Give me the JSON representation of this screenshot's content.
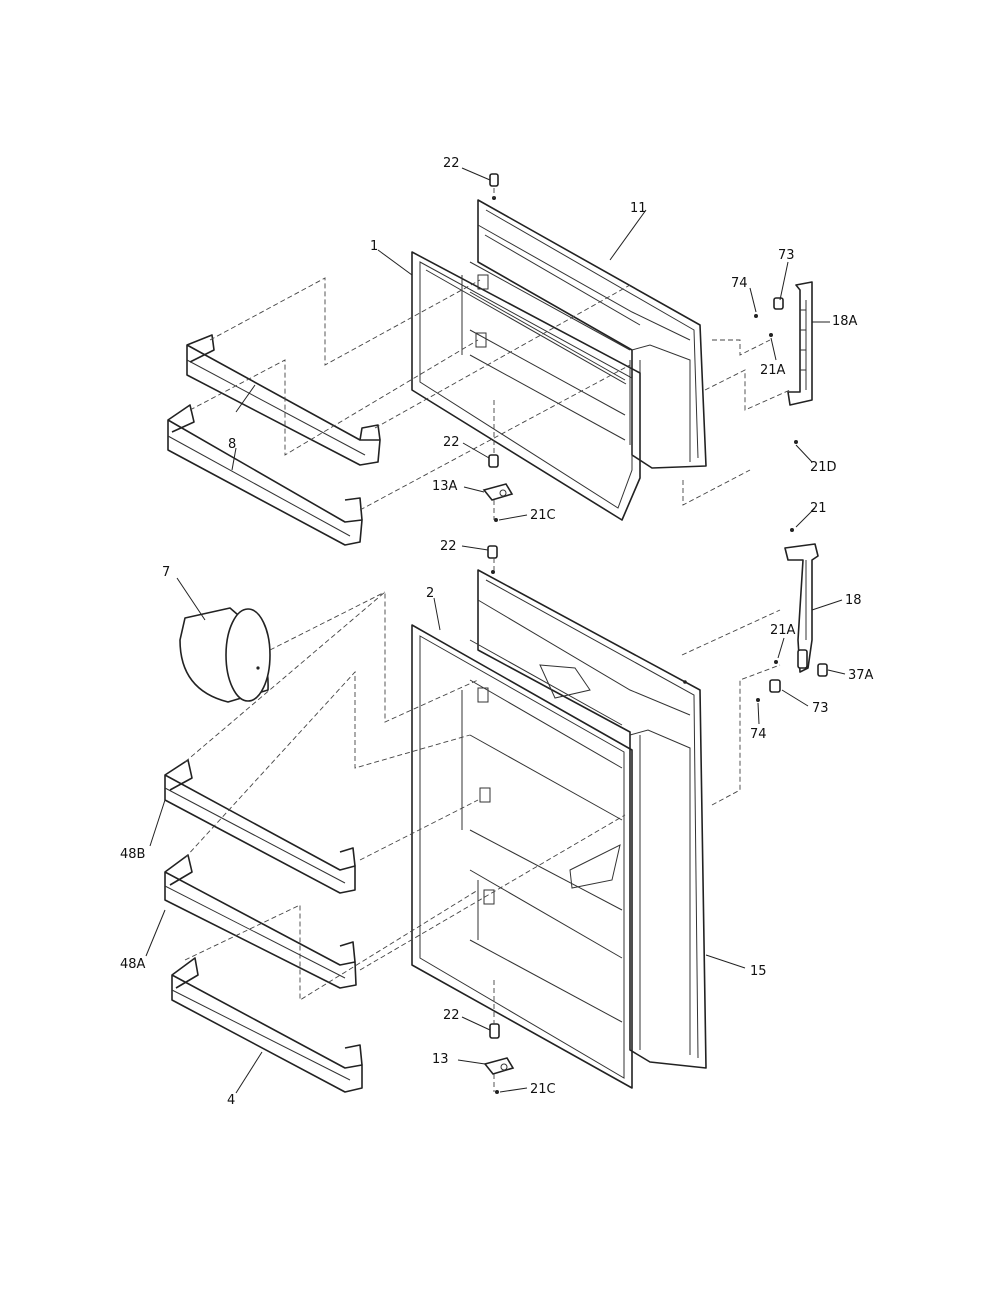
{
  "callouts": {
    "c22_top": "22",
    "c11": "11",
    "c1": "1",
    "c73_top": "73",
    "c74_top": "74",
    "c18A": "18A",
    "c21A_top": "21A",
    "c8": "8",
    "c22_mid": "22",
    "c21D": "21D",
    "c13A": "13A",
    "c21C_top": "21C",
    "c21": "21",
    "c22_low": "22",
    "c7": "7",
    "c2": "2",
    "c18": "18",
    "c21A_low": "21A",
    "c37A": "37A",
    "c73_low": "73",
    "c74_low": "74",
    "c48B": "48B",
    "c48A": "48A",
    "c15": "15",
    "c22_bot": "22",
    "c13": "13",
    "c21C_bot": "21C",
    "c4": "4"
  }
}
